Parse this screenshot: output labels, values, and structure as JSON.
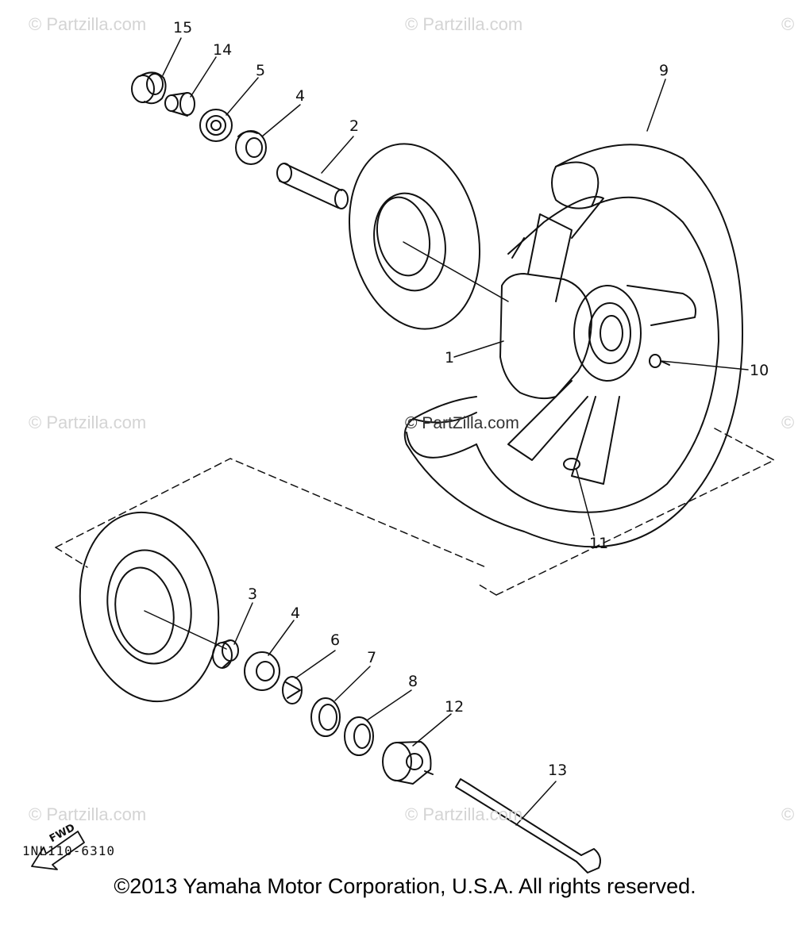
{
  "watermark_text": "© Partzilla.com",
  "center_watermark": "© PartZilla.com",
  "callouts": {
    "p15": "15",
    "p14": "14",
    "p5": "5",
    "p4_top": "4",
    "p2": "2",
    "p9": "9",
    "p1": "1",
    "p10": "10",
    "p11": "11",
    "p3": "3",
    "p4_bottom": "4",
    "p6": "6",
    "p7": "7",
    "p8": "8",
    "p12": "12",
    "p13": "13"
  },
  "fwd_label": "FWD",
  "drawing_code": "1NL110-6310",
  "copyright": "©2013  Yamaha Motor Corporation, U.S.A. All rights reserved."
}
